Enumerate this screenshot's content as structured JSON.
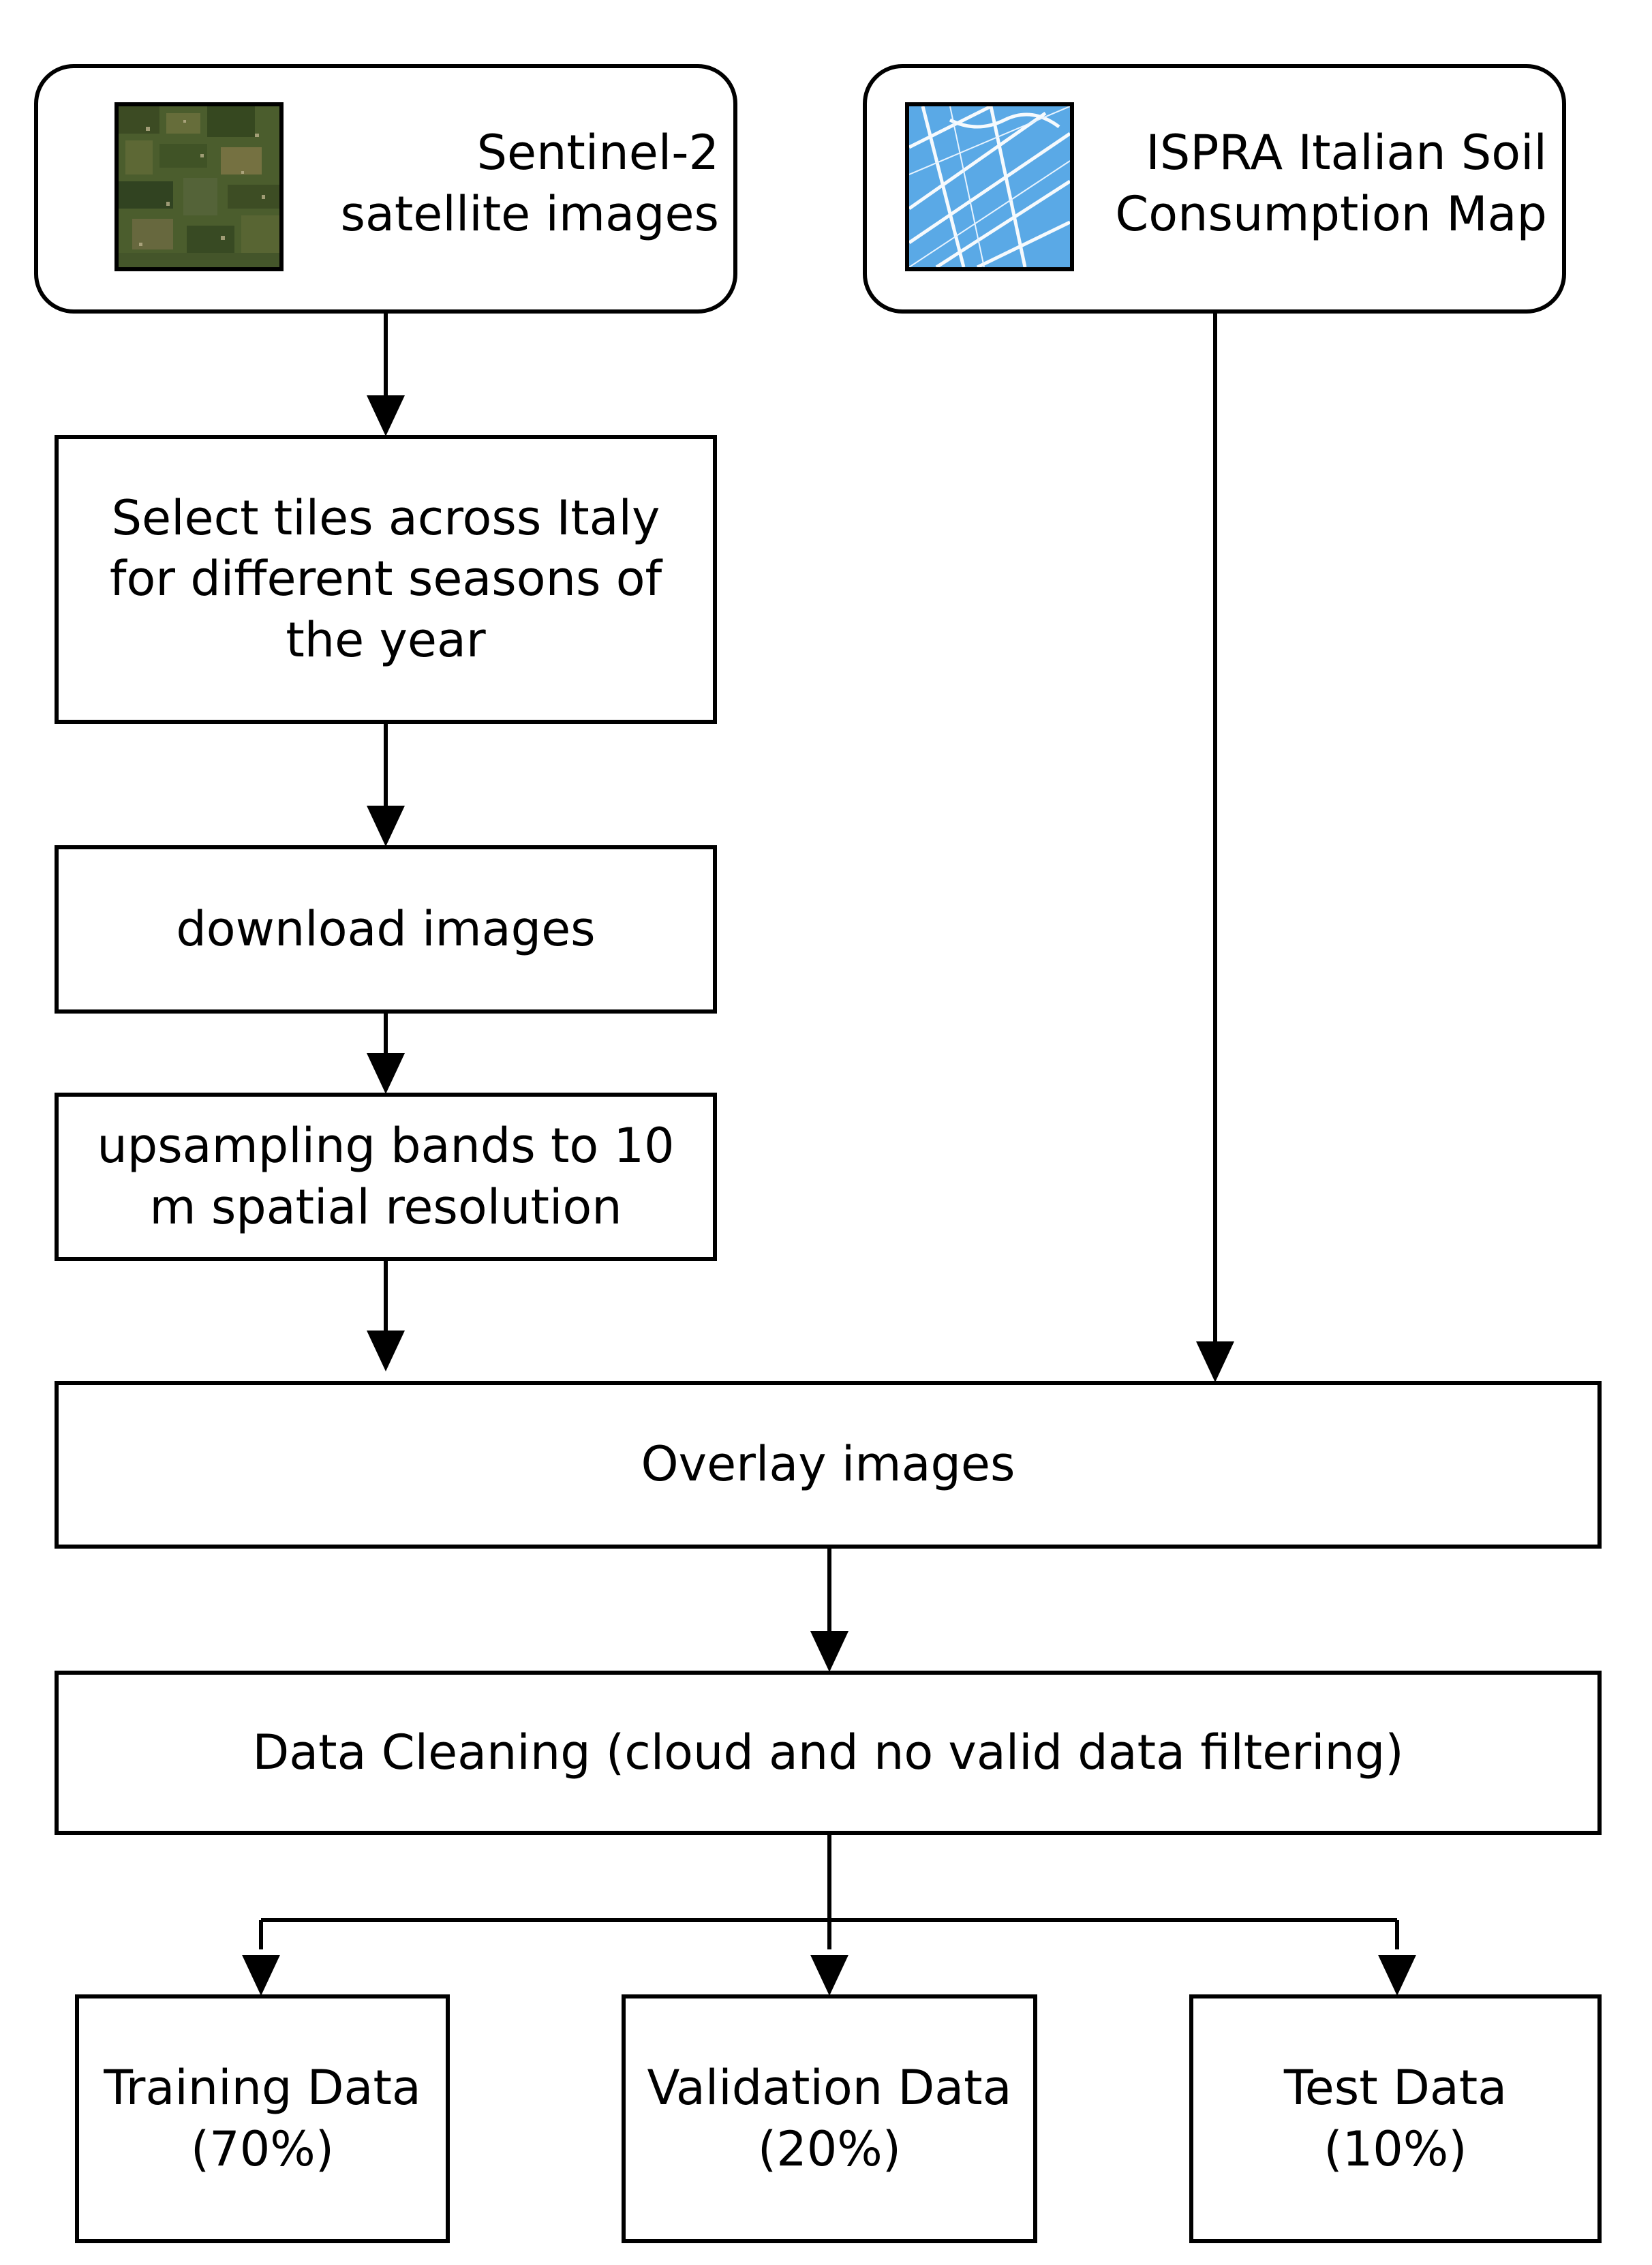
{
  "sources": {
    "sentinel": {
      "label": "Sentinel-2\nsatellite images",
      "icon": "satellite-image-icon"
    },
    "ispra": {
      "label": "ISPRA Italian Soil\nConsumption Map",
      "icon": "street-map-icon",
      "icon_color": "#5aa9e6"
    }
  },
  "steps": {
    "select_tiles": "Select tiles across Italy\nfor different seasons of\nthe year",
    "download": "download images",
    "upsampling": "upsampling bands to 10\nm spatial resolution",
    "overlay": "Overlay images",
    "cleaning": "Data Cleaning (cloud and no valid data filtering)"
  },
  "splits": {
    "training": "Training Data\n(70%)",
    "validation": "Validation Data\n(20%)",
    "test": "Test Data\n(10%)"
  }
}
